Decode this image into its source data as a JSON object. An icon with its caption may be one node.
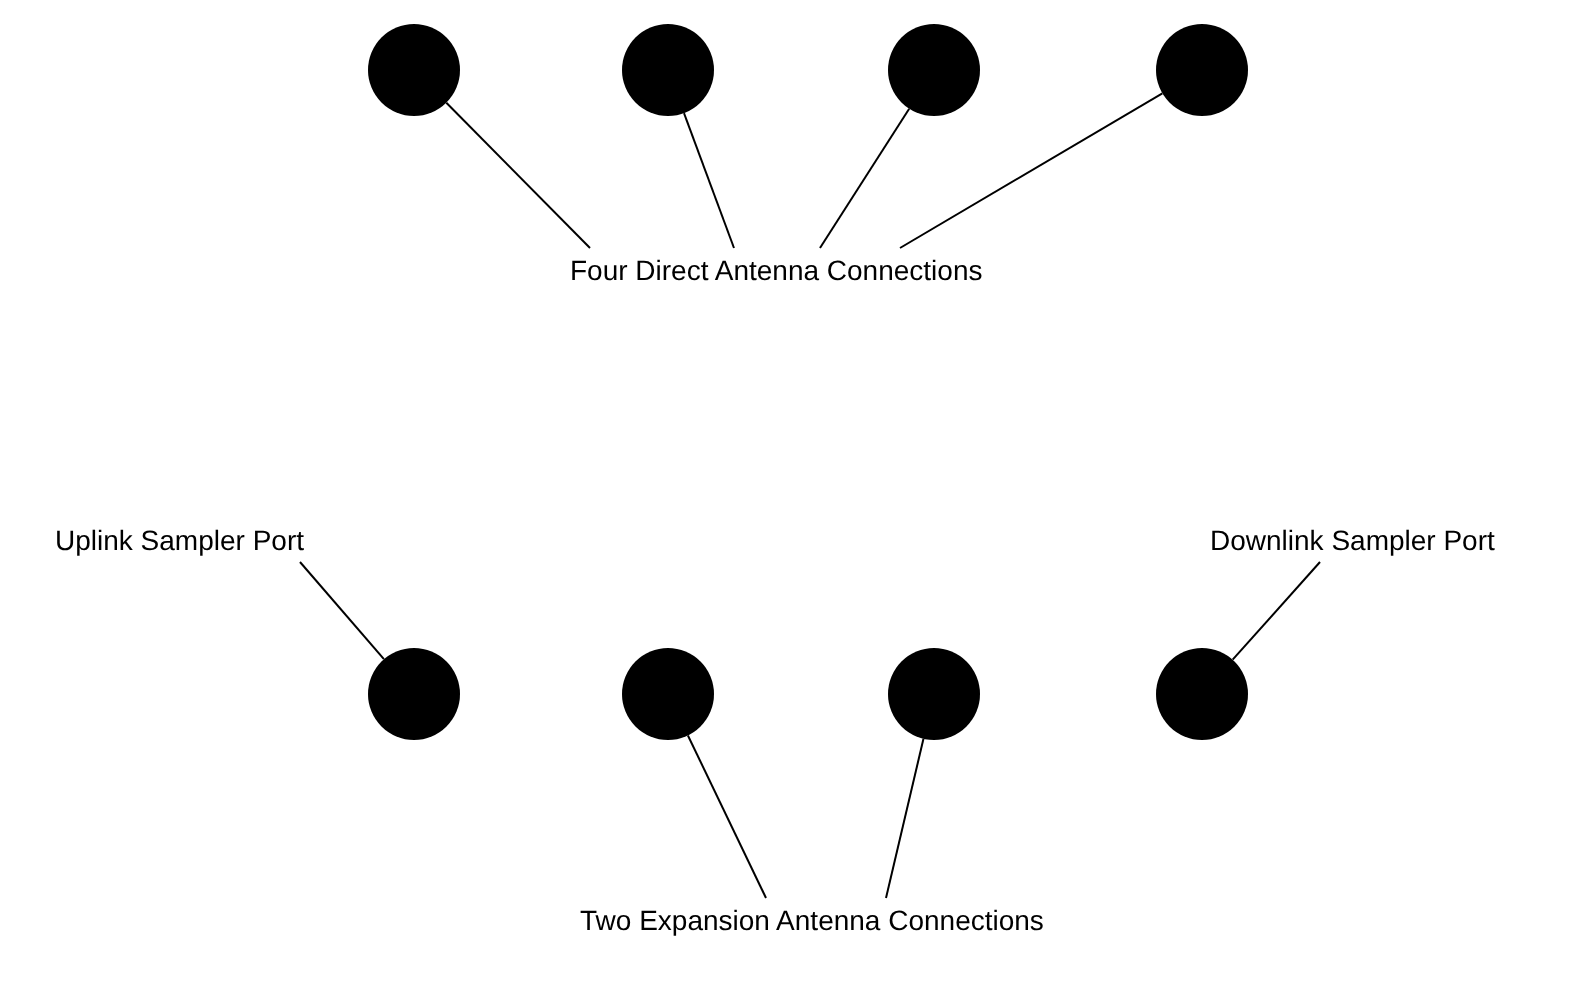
{
  "diagram": {
    "nodes": [
      {
        "text": [],
        "shape": "circle"
      },
      {
        "text": [],
        "shape": "circle"
      },
      {
        "text": [],
        "shape": "circle"
      },
      {
        "text": [],
        "shape": "circle"
      },
      {
        "text": [
          "Four Direct Antenna Connections"
        ]
      },
      {
        "text": [
          "Uplink Sampler Port"
        ]
      },
      {
        "text": [
          "Downlink Sampler Port"
        ]
      },
      {
        "text": [],
        "shape": "circle"
      },
      {
        "text": [],
        "shape": "circle"
      },
      {
        "text": [],
        "shape": "circle"
      },
      {
        "text": [],
        "shape": "circle"
      },
      {
        "text": [
          "Two Expansion Antenna Connections"
        ]
      }
    ],
    "edges": [
      {
        "from": 4,
        "to": 0,
        "arrow": "none"
      },
      {
        "from": 4,
        "to": 1,
        "arrow": "none"
      },
      {
        "from": 4,
        "to": 2,
        "arrow": "none"
      },
      {
        "from": 4,
        "to": 3,
        "arrow": "none"
      },
      {
        "from": 5,
        "to": 7,
        "arrow": "none"
      },
      {
        "from": 6,
        "to": 10,
        "arrow": "none"
      },
      {
        "from": 11,
        "to": 8,
        "arrow": "none"
      },
      {
        "from": 11,
        "to": 9,
        "arrow": "none"
      }
    ]
  }
}
